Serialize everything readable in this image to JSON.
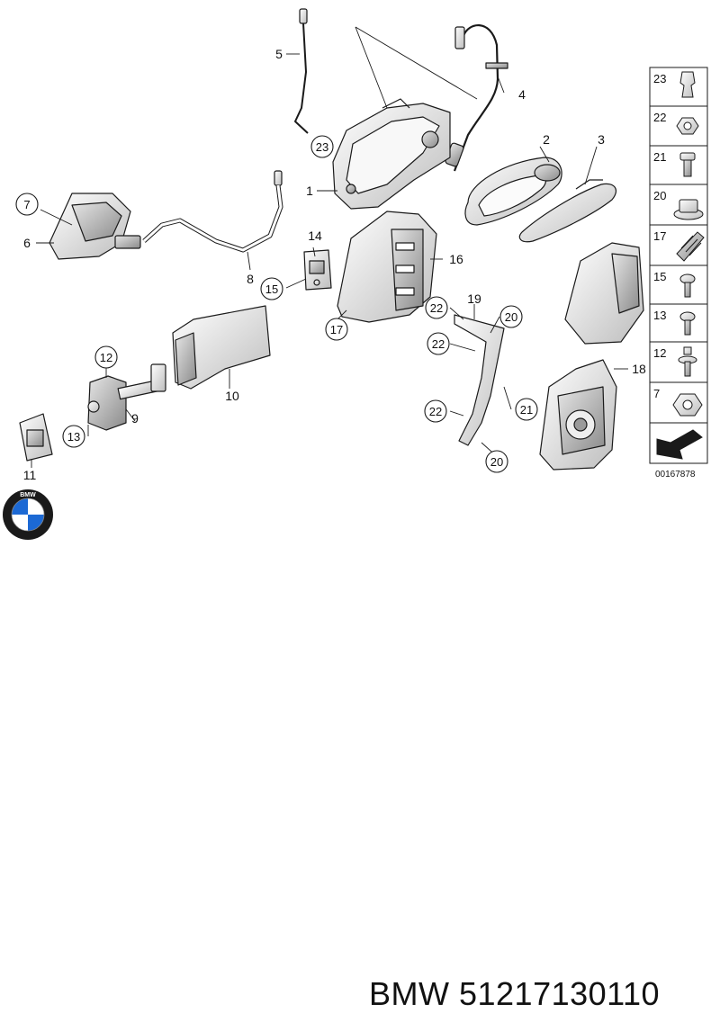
{
  "diagram": {
    "callouts": {
      "c1": "1",
      "c2": "2",
      "c3": "3",
      "c4": "4",
      "c5": "5",
      "c6": "6",
      "c7": "7",
      "c8": "8",
      "c9": "9",
      "c10": "10",
      "c11": "11",
      "c12": "12",
      "c13": "13",
      "c14": "14",
      "c15": "15",
      "c16": "16",
      "c17": "17",
      "c18": "18",
      "c19": "19",
      "c20a": "20",
      "c20b": "20",
      "c21": "21",
      "c22a": "22",
      "c22b": "22",
      "c22c": "22",
      "c23": "23"
    },
    "side_legend": [
      {
        "number": "23",
        "icon": "clip-icon"
      },
      {
        "number": "22",
        "icon": "hex-nut-icon"
      },
      {
        "number": "21",
        "icon": "bolt-icon"
      },
      {
        "number": "20",
        "icon": "flange-nut-icon"
      },
      {
        "number": "17",
        "icon": "grommet-icon"
      },
      {
        "number": "15",
        "icon": "screw-icon"
      },
      {
        "number": "13",
        "icon": "screw-icon"
      },
      {
        "number": "12",
        "icon": "washer-bolt-icon"
      },
      {
        "number": "7",
        "icon": "hex-nut-icon"
      }
    ],
    "reference": "00167878"
  },
  "footer": {
    "brand": "BMW 51217130110",
    "logo_text": "BMW"
  },
  "colors": {
    "line": "#1a1a1a",
    "part_fill": "#f4f4f4",
    "part_shade": "#d0d0d0",
    "bmw_blue": "#1c69d4"
  }
}
